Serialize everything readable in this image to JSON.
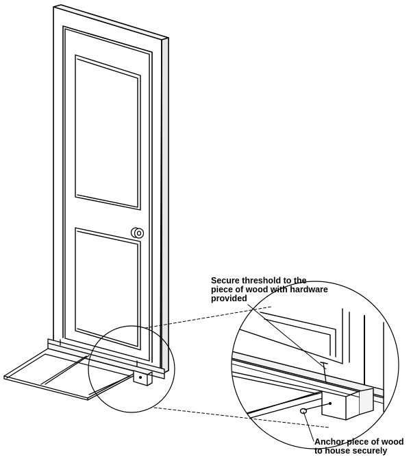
{
  "callouts": {
    "threshold": {
      "lines": [
        "Secure threshold to the",
        "piece of wood with hardware",
        "provided"
      ]
    },
    "anchor": {
      "lines": [
        "Anchor piece of wood",
        "to house securely"
      ]
    }
  }
}
